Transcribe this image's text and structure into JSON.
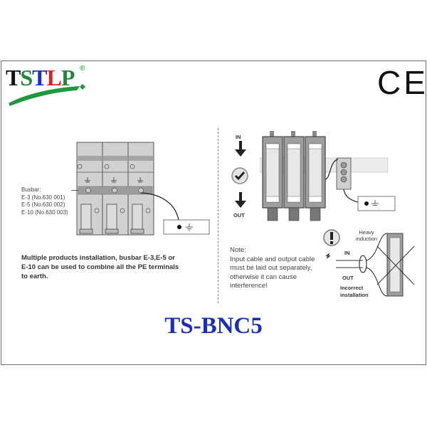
{
  "logo": {
    "letters": [
      "T",
      "S",
      "T",
      "L",
      "P"
    ],
    "registered": "®",
    "colors": [
      "#111111",
      "#1c8a3a",
      "#1a2fd0",
      "#e02020",
      "#1c8a3a"
    ]
  },
  "certification": {
    "mark": "CE"
  },
  "left_section": {
    "busbar_label": {
      "title": "Busbar:",
      "items": [
        "E-3  (No.630 001)",
        "E-5  (No.630 002)",
        "E-10 (No.630 003)"
      ]
    },
    "description": "Multiple products installation, busbar E-3,E-5 or E-10 can be used to combine all the PE terminals to earth."
  },
  "right_section": {
    "flow": {
      "in_label": "IN",
      "out_label": "OUT",
      "status_icon": "checkmark-icon"
    },
    "module_labels": {
      "top": "↓",
      "bottom": "↓"
    },
    "note": {
      "title": "Note:",
      "text": "Input cable and output cable must be laid out separately, otherwise it can cause interference!"
    },
    "incorrect": {
      "warning_icon": "!",
      "induction_label": "Heavy induction",
      "in_label": "IN",
      "out_label": "OUT",
      "caption": "Incorrect installation"
    }
  },
  "footer": {
    "model": "TS-BNC5",
    "model_color": "#1a2fb8"
  },
  "colors": {
    "border": "#6b6e78",
    "device_gray": "#c9cbcc",
    "bar_gray": "#9a9c9e"
  }
}
